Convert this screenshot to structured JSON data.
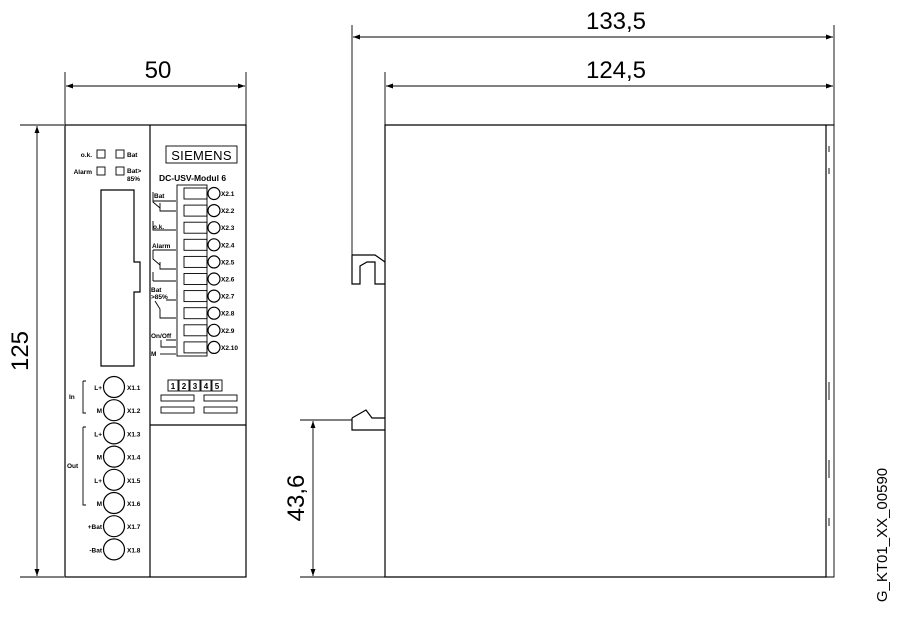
{
  "dimensions": {
    "width_front": "50",
    "height": "125",
    "depth_total": "133,5",
    "depth_body": "124,5",
    "rail_height": "43,6"
  },
  "front_panel": {
    "led_labels": {
      "ok": "o.k.",
      "bat": "Bat",
      "alarm": "Alarm",
      "bat85_a": "Bat>",
      "bat85_b": "85%"
    },
    "brand": "SIEMENS",
    "model": "DC-USV-Modul 6",
    "x2_terminals": [
      "X2.1",
      "X2.2",
      "X2.3",
      "X2.4",
      "X2.5",
      "X2.6",
      "X2.7",
      "X2.8",
      "X2.9",
      "X2.10"
    ],
    "x2_groups": {
      "bat": "Bat",
      "ok": "o.k.",
      "alarm": "Alarm",
      "bat85_a": "Bat",
      "bat85_b": ">85%",
      "onoff": "On/Off",
      "m": "M"
    },
    "x1_terminals": [
      "X1.1",
      "X1.2",
      "X1.3",
      "X1.4",
      "X1.5",
      "X1.6",
      "X1.7",
      "X1.8"
    ],
    "x1_pins": [
      "L+",
      "M",
      "L+",
      "M",
      "L+",
      "M",
      "+Bat",
      "-Bat"
    ],
    "x1_groups": {
      "in": "In",
      "out": "Out"
    },
    "dip_switch": [
      "1",
      "2",
      "3",
      "4",
      "5"
    ]
  },
  "reference_code": "G_KT01_XX_00590"
}
